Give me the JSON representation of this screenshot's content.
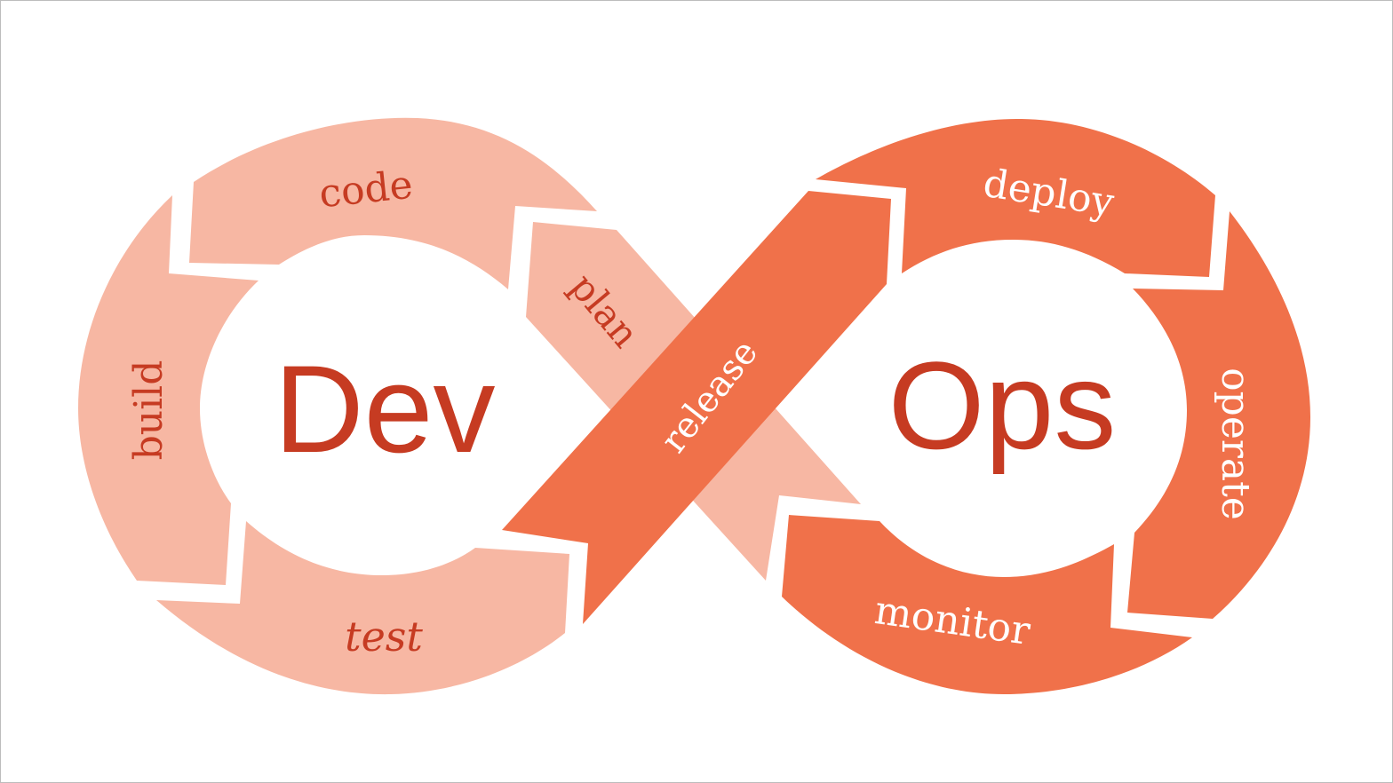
{
  "diagram": {
    "title_left": "Dev",
    "title_right": "Ops",
    "dev_stages": [
      {
        "label": "plan"
      },
      {
        "label": "code"
      },
      {
        "label": "build"
      },
      {
        "label": "test"
      }
    ],
    "transition_stage": {
      "label": "release"
    },
    "ops_stages": [
      {
        "label": "deploy"
      },
      {
        "label": "operate"
      },
      {
        "label": "monitor"
      }
    ]
  },
  "colors": {
    "dev_segment": "#F7B7A3",
    "ops_segment": "#F0714A",
    "title_text": "#C63B22",
    "dev_label_text": "#C63B22",
    "ops_label_text": "#FFFFFF",
    "background": "#FFFFFF",
    "border": "#BDBDBD"
  }
}
